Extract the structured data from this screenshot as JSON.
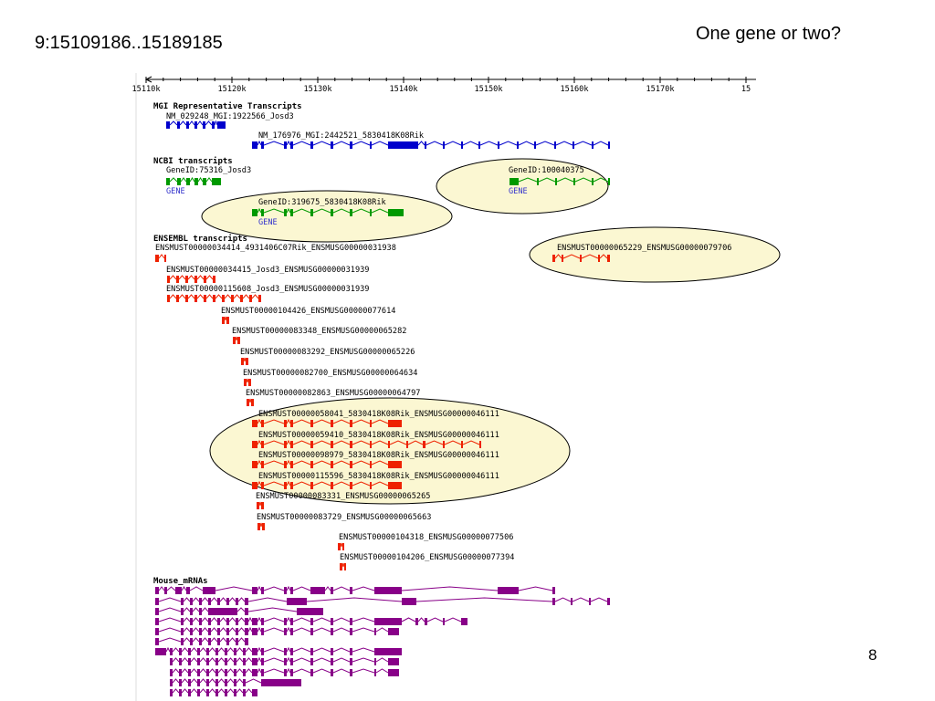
{
  "slide": {
    "coord_title": "9:15109186..15189185",
    "question": "One gene or two?",
    "page_number": "8"
  },
  "colors": {
    "mgi": "#0000cc",
    "ncbi": "#009900",
    "ensembl": "#ee2200",
    "mrna": "#880088",
    "highlight_fill": "#fbf7d2",
    "highlight_stroke": "#000000"
  },
  "ruler": {
    "ticks": [
      "15110k",
      "15120k",
      "15130k",
      "15140k",
      "15150k",
      "15160k",
      "15170k",
      "15"
    ]
  },
  "tracks": {
    "mgi": {
      "title": "MGI Representative Transcripts",
      "items": [
        "NM_029248_MGI:1922566_Josd3",
        "NM_176976_MGI:2442521_5830418K08Rik"
      ]
    },
    "ncbi": {
      "title": "NCBI transcripts",
      "items": [
        "GeneID:75316_Josd3",
        "GeneID:100040375",
        "GeneID:319675_5830418K08Rik"
      ],
      "gene_tag": "GENE"
    },
    "ensembl": {
      "title": "ENSEMBL transcripts",
      "items": [
        "ENSMUST00000034414_4931406C07Rik_ENSMUSG00000031938",
        "ENSMUST00000065229_ENSMUSG00000079706",
        "ENSMUST00000034415_Josd3_ENSMUSG00000031939",
        "ENSMUST00000115608_Josd3_ENSMUSG00000031939",
        "ENSMUST00000104426_ENSMUSG00000077614",
        "ENSMUST00000083348_ENSMUSG00000065282",
        "ENSMUST00000083292_ENSMUSG00000065226",
        "ENSMUST00000082700_ENSMUSG00000064634",
        "ENSMUST00000082863_ENSMUSG00000064797",
        "ENSMUST00000058041_5830418K08Rik_ENSMUSG00000046111",
        "ENSMUST00000059410_5830418K08Rik_ENSMUSG00000046111",
        "ENSMUST00000098979_5830418K08Rik_ENSMUSG00000046111",
        "ENSMUST00000115596_5830418K08Rik_ENSMUSG00000046111",
        "ENSMUST00000083331_ENSMUSG00000065265",
        "ENSMUST00000083729_ENSMUSG00000065663",
        "ENSMUST00000104318_ENSMUSG00000077506",
        "ENSMUST00000104206_ENSMUSG00000077394"
      ]
    },
    "mrna": {
      "title": "Mouse_mRNAs"
    }
  }
}
